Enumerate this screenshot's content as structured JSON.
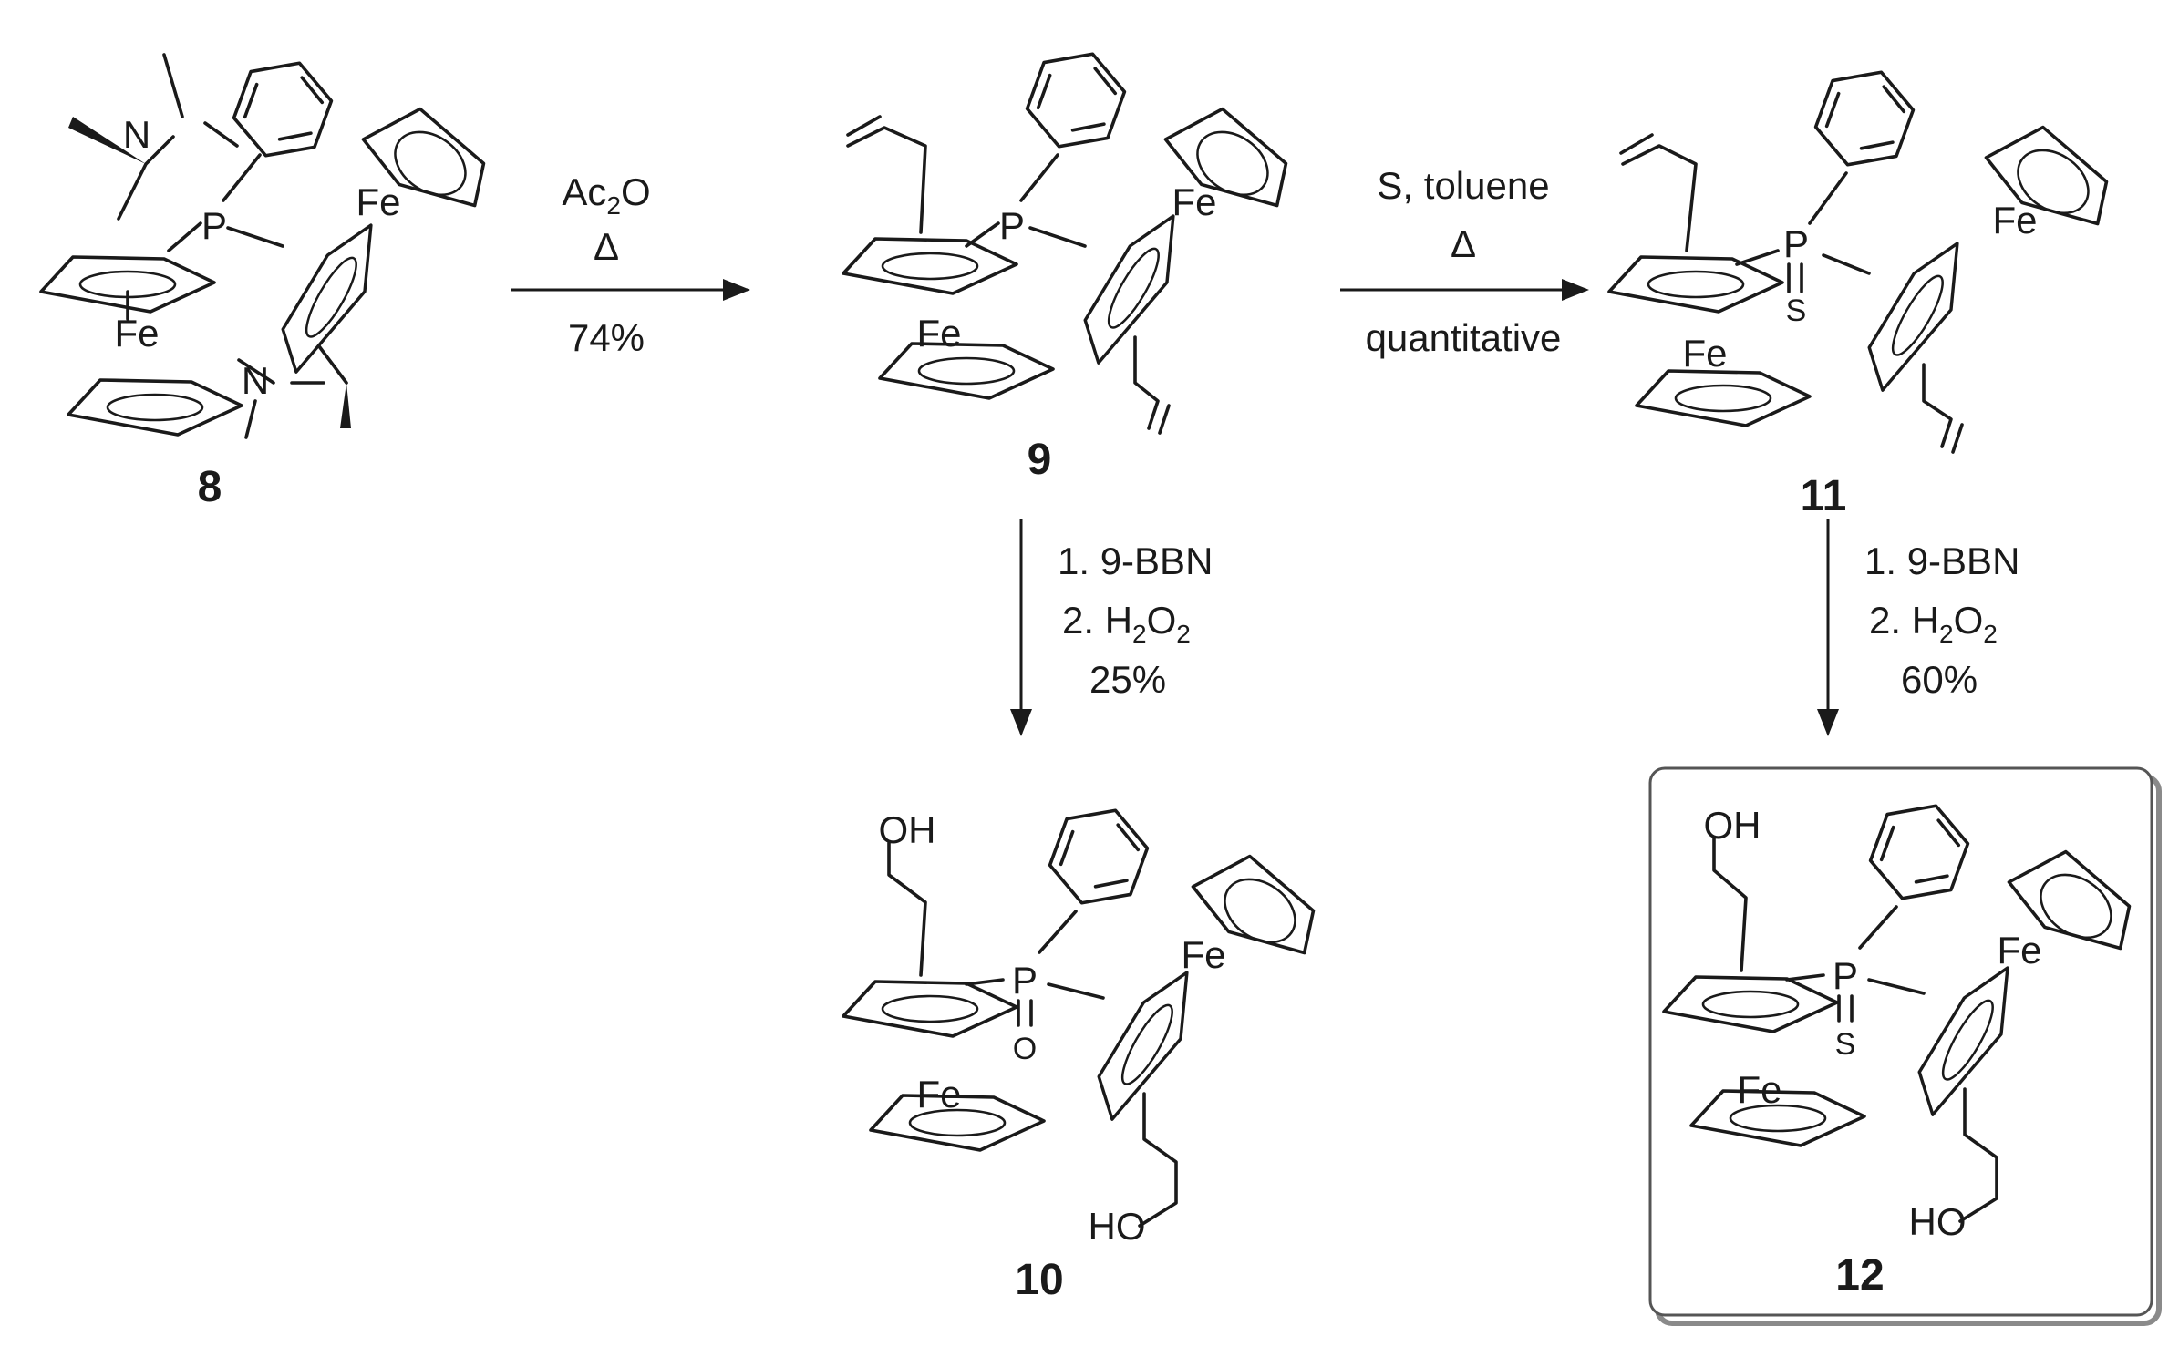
{
  "compounds": {
    "c8": {
      "label": "8",
      "atoms": {
        "n_top": "N",
        "n_bottom": "N",
        "p": "P",
        "fe_cp": "Fe",
        "fe_top": "Fe"
      }
    },
    "c9": {
      "label": "9",
      "atoms": {
        "p": "P",
        "fe_cp": "Fe",
        "fe_top": "Fe"
      }
    },
    "c11": {
      "label": "11",
      "atoms": {
        "p": "P",
        "s": "S",
        "fe_cp": "Fe",
        "fe_top": "Fe"
      }
    },
    "c10": {
      "label": "10",
      "atoms": {
        "p": "P",
        "o": "O",
        "oh_top": "OH",
        "ho_bottom": "HO",
        "fe_cp": "Fe",
        "fe_top": "Fe"
      }
    },
    "c12": {
      "label": "12",
      "atoms": {
        "p": "P",
        "s": "S",
        "oh_top": "OH",
        "ho_bottom": "HO",
        "fe_cp": "Fe",
        "fe_top": "Fe"
      }
    }
  },
  "reactions": {
    "r8_9": {
      "reagent_main": "Ac",
      "reagent_sub": "2",
      "reagent_tail": "O",
      "condition": "Δ",
      "yield": "74%"
    },
    "r9_11": {
      "reagent": "S, toluene",
      "condition": "Δ",
      "yield": "quantitative"
    },
    "r9_10": {
      "step1": "1. 9-BBN",
      "step2_main": "2. H",
      "step2_sub1": "2",
      "step2_mid": "O",
      "step2_sub2": "2",
      "yield": "25%"
    },
    "r11_12": {
      "step1": "1. 9-BBN",
      "step2_main": "2. H",
      "step2_sub1": "2",
      "step2_mid": "O",
      "step2_sub2": "2",
      "yield": "60%"
    }
  }
}
